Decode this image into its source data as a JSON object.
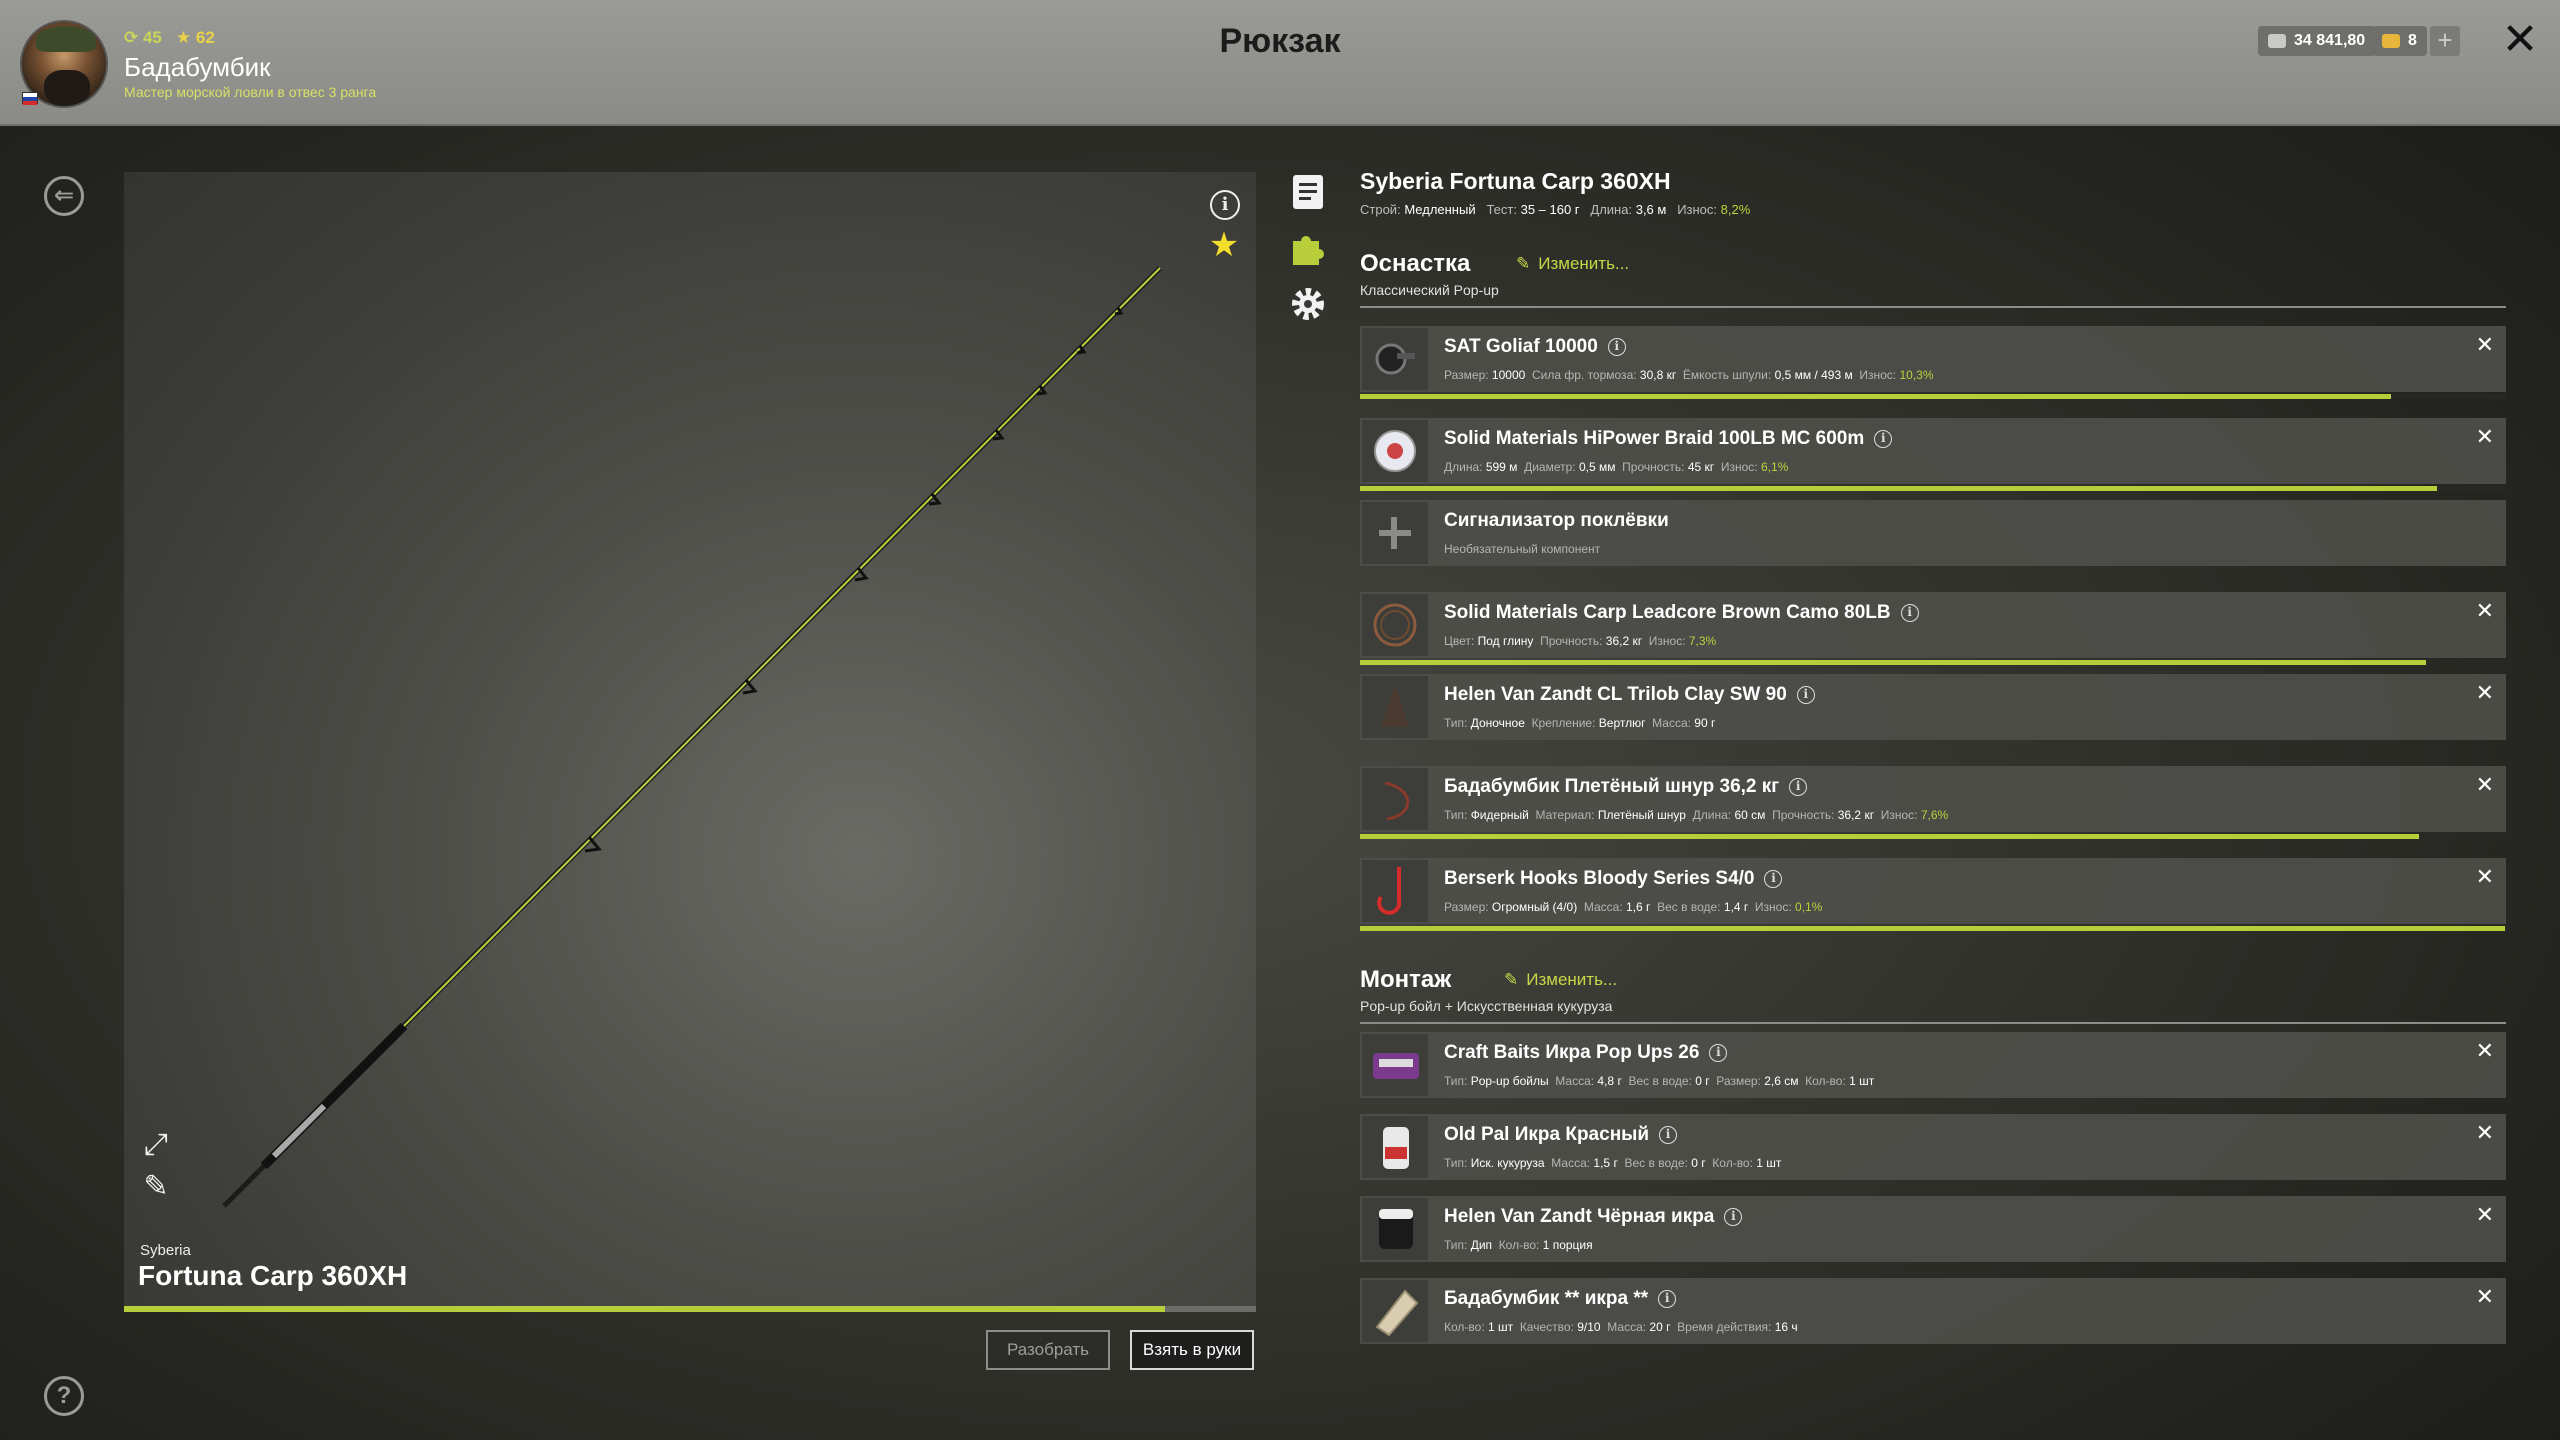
{
  "header": {
    "title": "Рюкзак",
    "player": {
      "level": "45",
      "stars": "62",
      "name": "Бадабумбик",
      "rank": "Мастер морской ловли в отвес 3 ранга"
    },
    "silver": "34 841,80",
    "gold": "8"
  },
  "rod": {
    "brand": "Syberia",
    "model": "Fortuna Carp 360XH",
    "full_name": "Syberia Fortuna Carp 360XH",
    "specs": {
      "action_label": "Строй:",
      "action": "Медленный",
      "test_label": "Тест:",
      "test": "35 – 160 г",
      "length_label": "Длина:",
      "length": "3,6 м",
      "wear_label": "Износ:",
      "wear": "8,2%"
    },
    "wear_fraction": 0.92,
    "buttons": {
      "disassemble": "Разобрать",
      "take": "Взять в руки"
    }
  },
  "rig": {
    "title": "Оснастка",
    "edit": "Изменить...",
    "subtitle": "Классический Pop-up",
    "items": [
      {
        "name": "SAT Goliaf 10000",
        "specs": [
          [
            "Размер:",
            "10000"
          ],
          [
            "Сила фр. тормоза:",
            "30,8 кг"
          ],
          [
            "Ёмкость шпули:",
            "0,5 мм / 493 м"
          ]
        ],
        "wear_label": "Износ:",
        "wear": "10,3%",
        "wear_fraction": 0.9
      },
      {
        "name": "Solid Materials HiPower Braid 100LB MC 600m",
        "specs": [
          [
            "Длина:",
            "599 м"
          ],
          [
            "Диаметр:",
            "0,5 мм"
          ],
          [
            "Прочность:",
            "45 кг"
          ]
        ],
        "wear_label": "Износ:",
        "wear": "6,1%",
        "wear_fraction": 0.94
      },
      {
        "name": "Сигнализатор поклёвки",
        "subtitle": "Необязательный компонент"
      },
      {
        "name": "Solid Materials Carp Leadcore Brown Camo 80LB",
        "specs": [
          [
            "Цвет:",
            "Под глину"
          ],
          [
            "Прочность:",
            "36,2 кг"
          ]
        ],
        "wear_label": "Износ:",
        "wear": "7,3%",
        "wear_fraction": 0.93
      },
      {
        "name": "Helen Van Zandt CL Trilob Clay SW 90",
        "specs": [
          [
            "Тип:",
            "Доночное"
          ],
          [
            "Крепление:",
            "Вертлюг"
          ],
          [
            "Масса:",
            "90 г"
          ]
        ]
      },
      {
        "name": "Бадабумбик Плетёный шнур 36,2 кг",
        "specs": [
          [
            "Тип:",
            "Фидерный"
          ],
          [
            "Материал:",
            "Плетёный шнур"
          ],
          [
            "Длина:",
            "60 см"
          ],
          [
            "Прочность:",
            "36,2 кг"
          ]
        ],
        "wear_label": "Износ:",
        "wear": "7,6%",
        "wear_fraction": 0.924
      },
      {
        "name": "Berserk Hooks Bloody Series S4/0",
        "specs": [
          [
            "Размер:",
            "Огромный (4/0)"
          ],
          [
            "Масса:",
            "1,6 г"
          ],
          [
            "Вес в воде:",
            "1,4 г"
          ]
        ],
        "wear_label": "Износ:",
        "wear": "0,1%",
        "wear_fraction": 0.999
      }
    ]
  },
  "bait": {
    "title": "Монтаж",
    "edit": "Изменить...",
    "subtitle": "Pop-up бойл + Искусственная кукуруза",
    "items": [
      {
        "name": "Craft Baits Икра Pop Ups 26",
        "specs": [
          [
            "Тип:",
            "Pop-up бойлы"
          ],
          [
            "Масса:",
            "4,8 г"
          ],
          [
            "Вес в воде:",
            "0 г"
          ],
          [
            "Размер:",
            "2,6 см"
          ],
          [
            "Кол-во:",
            "1 шт"
          ]
        ]
      },
      {
        "name": "Old Pal Икра Красный",
        "specs": [
          [
            "Тип:",
            "Иск. кукуруза"
          ],
          [
            "Масса:",
            "1,5 г"
          ],
          [
            "Вес в воде:",
            "0 г"
          ],
          [
            "Кол-во:",
            "1 шт"
          ]
        ]
      },
      {
        "name": "Helen Van Zandt Чёрная икра",
        "specs": [
          [
            "Тип:",
            "Дип"
          ],
          [
            "Кол-во:",
            "1 порция"
          ]
        ]
      },
      {
        "name": "Бадабумбик ** икра **",
        "specs": [
          [
            "Кол-во:",
            "1 шт"
          ],
          [
            "Качество:",
            "9/10"
          ],
          [
            "Масса:",
            "20 г"
          ],
          [
            "Время действия:",
            "16 ч"
          ]
        ]
      }
    ]
  },
  "colors": {
    "accent": "#b8cd3a",
    "header_bg": "#8e8e8a"
  }
}
